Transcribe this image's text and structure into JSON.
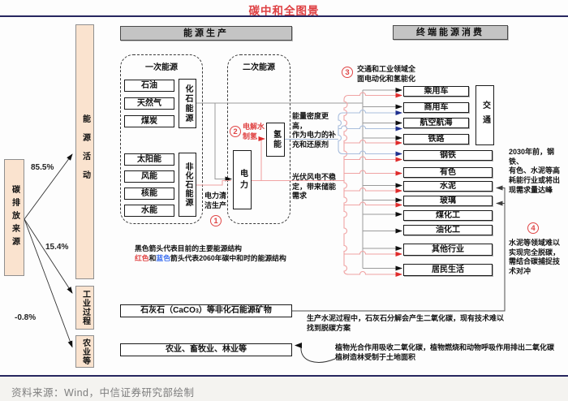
{
  "title": "碳中和全图景",
  "source_note": "资料来源：Wind，中信证券研究部绘制",
  "emission": {
    "label": "碳排放来源",
    "items": [
      {
        "label": "能源活动",
        "pct": "85.5%"
      },
      {
        "label": "工业过程",
        "pct": "15.4%"
      },
      {
        "label": "农业等",
        "pct": "-0.8%"
      }
    ]
  },
  "sections": {
    "production": "能源生产",
    "consumption": "终端能源消费"
  },
  "primary": {
    "label": "一次能源",
    "oil": "石油",
    "gas": "天然气",
    "coal": "煤炭",
    "fossil": "化石能源",
    "solar": "太阳能",
    "wind": "风能",
    "nuclear": "核能",
    "hydro": "水能",
    "nonfossil": "非化石能源"
  },
  "secondary": {
    "label": "二次能源",
    "power": "电力",
    "hydrogen": "氢能"
  },
  "annotations": {
    "n1": "1",
    "n2": "2",
    "n3": "3",
    "n4": "4",
    "electrolysis": "电解水\n制氢",
    "clean_power": "电力清\n洁生产",
    "hydrogen_density": "能量密度更高，\n作为电力的补\n充和还原剂",
    "storage": "光伏风电不稳\n定，带来储能\n需求",
    "electrify": "交通和工业领域全\n面电动化和氢能化",
    "peak_2030": "2030年前，钢铁、\n有色、水泥等高\n耗能行业或将出\n现需求量达峰",
    "cement_offset": "水泥等领域难以\n实现完全脱碳，\n需结合碳捕捉技\n术对冲",
    "cement_process": "生产水泥过程中，石灰石分解会产生二氧化碳，现有技术难以\n找到脱碳方案",
    "plants": "植物光合作用吸收二氧化碳，植物燃烧和动物呼吸作用排出二氧化碳\n植树造林受制于土地面积"
  },
  "legend": {
    "black_line": "黑色箭头代表目前的主要能源结构",
    "red_word": "红色",
    "and_word": "和",
    "blue_word": "蓝色",
    "rest": "箭头代表2060年碳中和时的能源结构"
  },
  "transport": {
    "items": [
      "乘用车",
      "商用车",
      "航空航海",
      "铁路"
    ],
    "label": "交通"
  },
  "industry": {
    "items": [
      "钢铁",
      "有色",
      "水泥",
      "玻璃",
      "煤化工",
      "油化工",
      "其他行业",
      "居民生活"
    ]
  },
  "minerals": {
    "pre": "石灰石（CaCO",
    "sub": "3",
    "post": "）等非化石能源矿物"
  },
  "agriculture": {
    "label": "农业、畜牧业、林业等"
  },
  "colors": {
    "accent_red": "#de4043",
    "line_red": "#f0a3a3",
    "arrow_red": "#df2b2b",
    "line_blue": "#a9bedd",
    "arrow_blue": "#20318f",
    "line_gray": "#9a9a9a",
    "navy_rule": "#26265f",
    "peach": "#fae3cf",
    "header_gray": "#c4c4c4"
  }
}
